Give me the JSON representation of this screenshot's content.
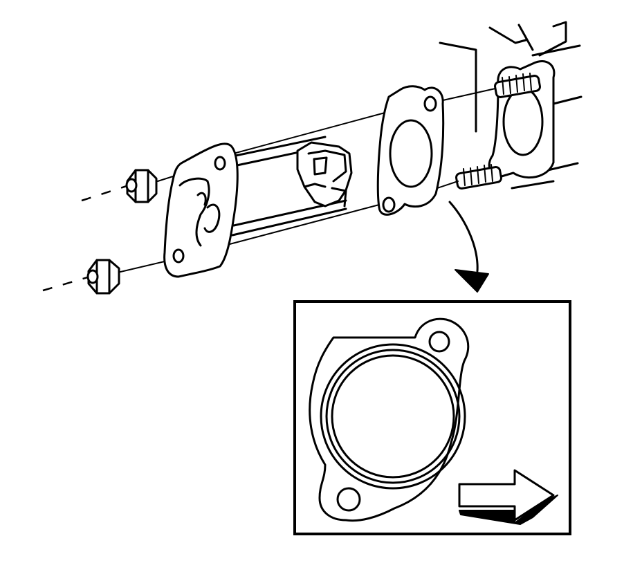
{
  "diagram": {
    "parts": [
      "egr-valve-assembly",
      "egr-gasket",
      "mounting-studs",
      "mounting-nuts",
      "exhaust-manifold-port"
    ],
    "detail_view": {
      "subject": "egr-gasket-orientation",
      "direction_indicator": "arrow-right"
    },
    "colors": {
      "line": "#000000",
      "background": "#ffffff"
    }
  }
}
